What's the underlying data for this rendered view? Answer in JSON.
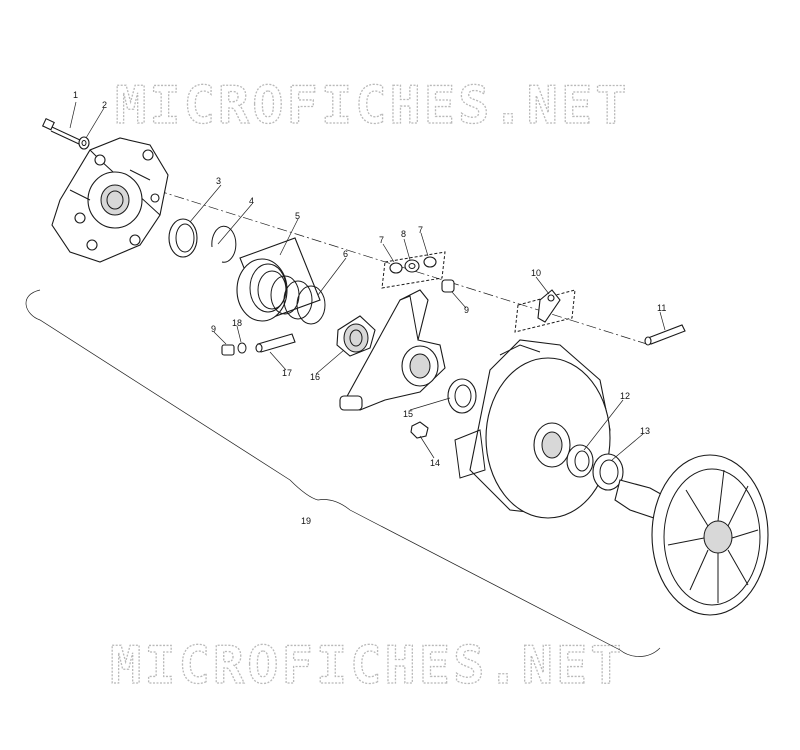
{
  "watermark": {
    "text_top": "MICROFICHES.NET",
    "text_bottom": "MICROFICHES.NET",
    "color": "#b9b9b9"
  },
  "callouts": {
    "c1": "1",
    "c2": "2",
    "c3": "3",
    "c4": "4",
    "c5": "5",
    "c6": "6",
    "c7a": "7",
    "c7b": "7",
    "c8": "8",
    "c9a": "9",
    "c9b": "9",
    "c10": "10",
    "c11": "11",
    "c12": "12",
    "c13": "13",
    "c14": "14",
    "c15": "15",
    "c16": "16",
    "c17": "17",
    "c18": "18",
    "c19": "19"
  }
}
